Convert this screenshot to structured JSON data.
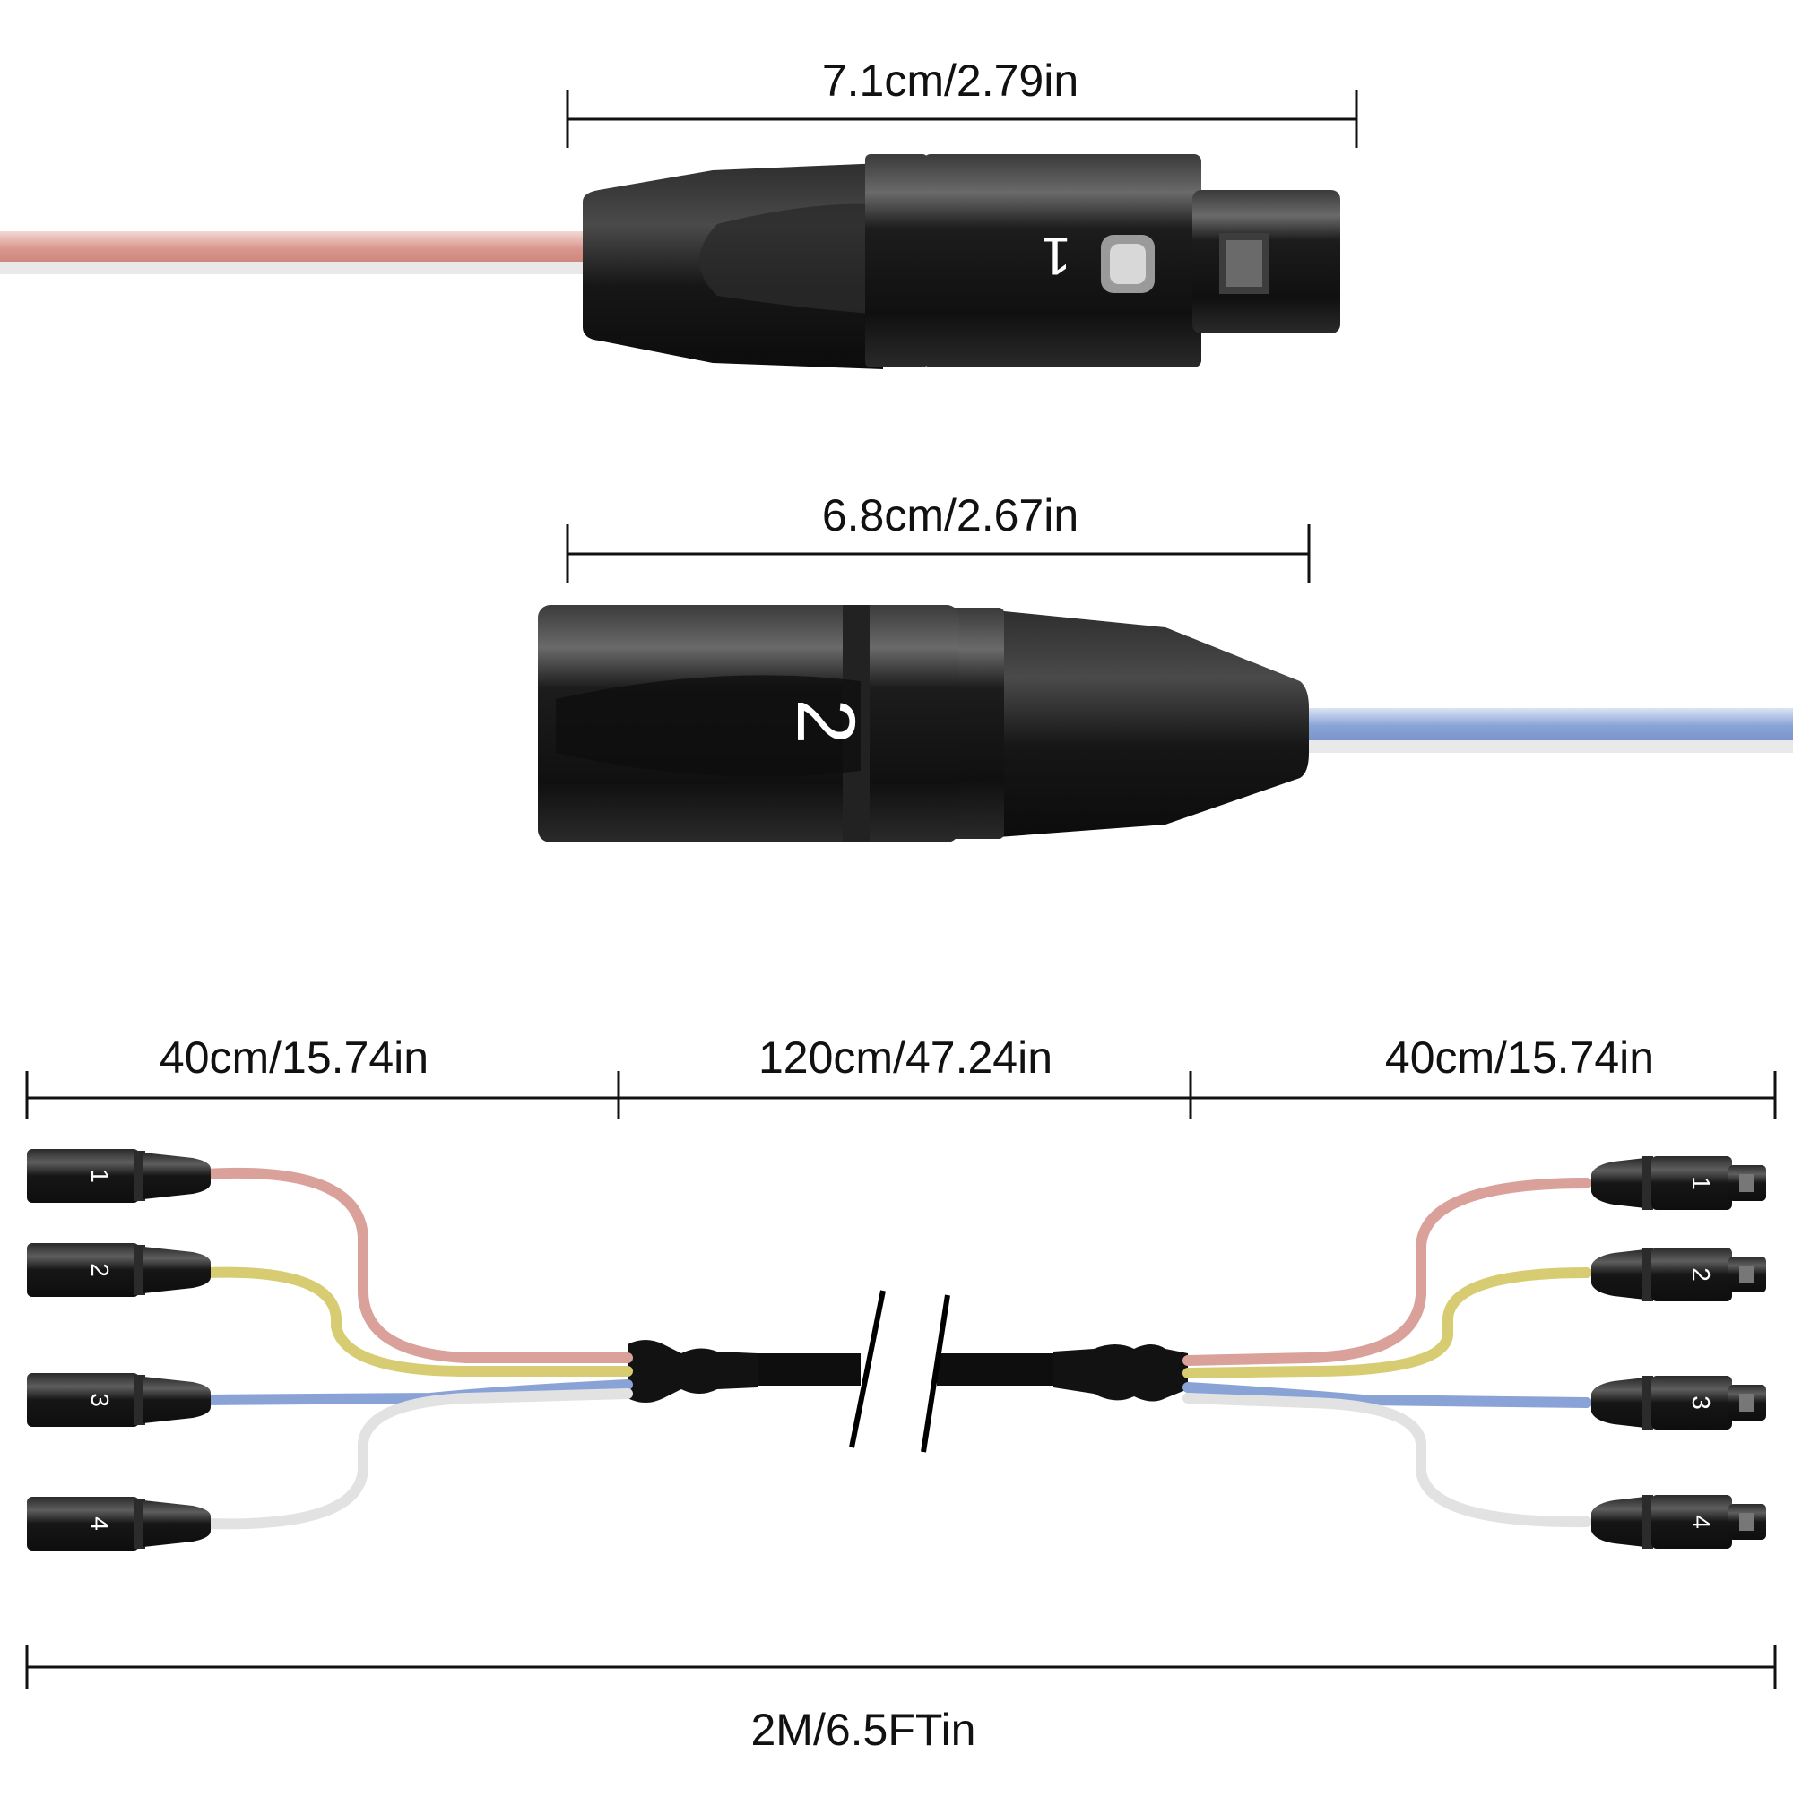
{
  "colors": {
    "ink": "#111111",
    "connector_body": "#1a1a1a",
    "connector_highlight": "#5c5c5c",
    "cable_red": "#d69a92",
    "cable_yellow": "#d6c86a",
    "cable_blue": "#8aa3d6",
    "cable_white": "#e4e4e4",
    "trunk": "#0e0e0e"
  },
  "dimensions": {
    "female_connector": "7.1cm/2.79in",
    "male_connector": "6.8cm/2.67in",
    "left_breakout": "40cm/15.74in",
    "trunk": "120cm/47.24in",
    "right_breakout": "40cm/15.74in",
    "total_length": "2M/6.5FTin"
  },
  "connectors": {
    "top_female": {
      "type": "XLR female",
      "number": "1",
      "cable_color": "red"
    },
    "top_male": {
      "type": "XLR male",
      "number": "2",
      "cable_color": "blue"
    },
    "left_males": [
      {
        "number": "1",
        "cable_color": "red"
      },
      {
        "number": "2",
        "cable_color": "yellow"
      },
      {
        "number": "3",
        "cable_color": "blue"
      },
      {
        "number": "4",
        "cable_color": "white"
      }
    ],
    "right_females": [
      {
        "number": "1",
        "cable_color": "red"
      },
      {
        "number": "2",
        "cable_color": "yellow"
      },
      {
        "number": "3",
        "cable_color": "blue"
      },
      {
        "number": "4",
        "cable_color": "white"
      }
    ]
  }
}
